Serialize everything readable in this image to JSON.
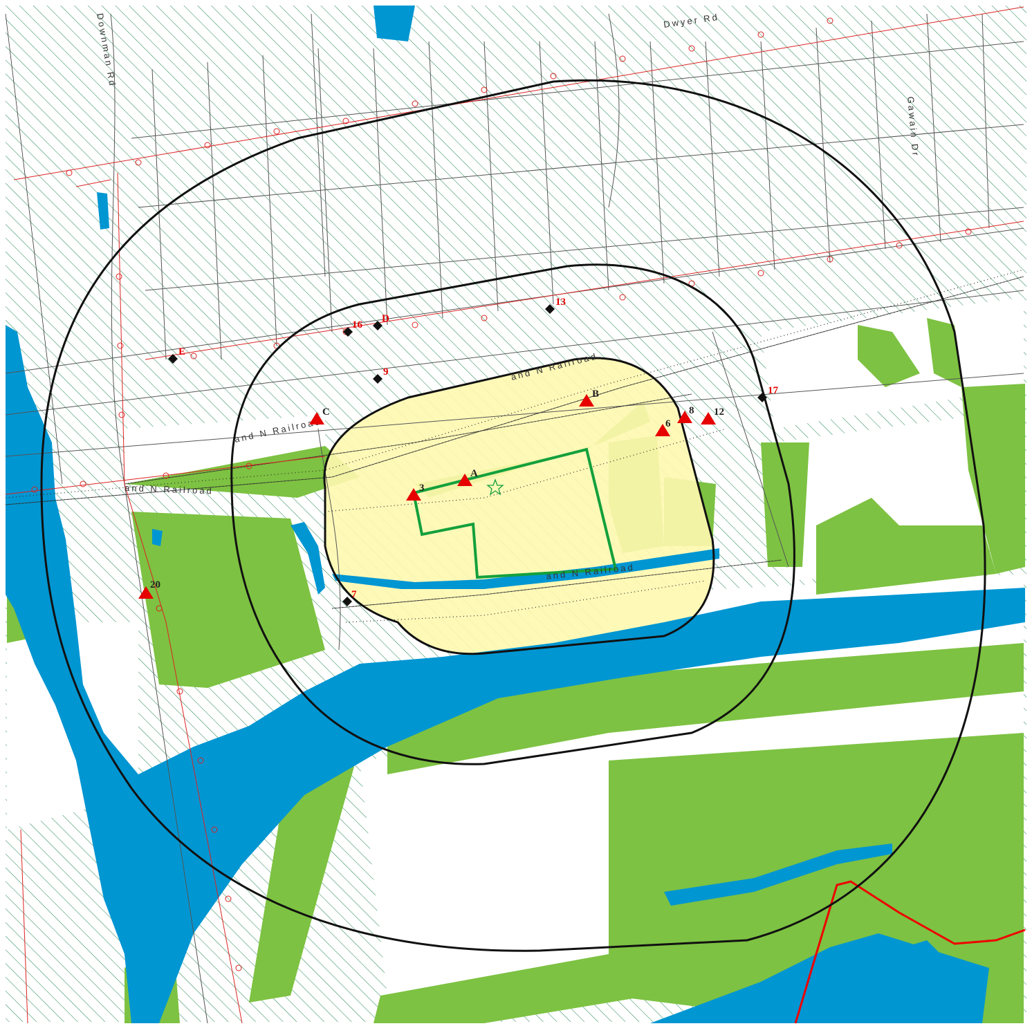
{
  "map": {
    "colors": {
      "water": "#0096d2",
      "wetland_green": "#7dc242",
      "hatch": "#2e8b57",
      "site_fill": "#fff8b0",
      "site_boundary": "#14a03c",
      "streets": "#555555",
      "ring": "#111111",
      "pipeline": "#dd2222",
      "marker_triangle": "#e60000",
      "marker_diamond": "#111111"
    },
    "street_labels": {
      "downman_rd": "Downman Rd",
      "dwyer_rd": "Dwyer Rd",
      "gawain_dr": "Gawain Dr",
      "railroad_1": "and N Railroad",
      "railroad_2": "and N Railroad",
      "railroad_3": "and N Railroad",
      "railroad_4": "and N Railroad"
    },
    "site_marker_icon": "star-outline-icon",
    "monitoring_points": [
      {
        "id": "3",
        "kind": "triangle",
        "label_color": "#222222"
      },
      {
        "id": "A",
        "kind": "triangle",
        "label_color": "#222222"
      },
      {
        "id": "B",
        "kind": "triangle",
        "label_color": "#222222"
      },
      {
        "id": "C",
        "kind": "triangle",
        "label_color": "#222222"
      },
      {
        "id": "6",
        "kind": "triangle",
        "label_color": "#222222"
      },
      {
        "id": "8",
        "kind": "triangle",
        "label_color": "#222222"
      },
      {
        "id": "12",
        "kind": "triangle",
        "label_color": "#222222"
      },
      {
        "id": "20",
        "kind": "triangle",
        "label_color": "#222222"
      },
      {
        "id": "16",
        "kind": "diamond",
        "label_color": "#e60000"
      },
      {
        "id": "D",
        "kind": "diamond",
        "label_color": "#e60000"
      },
      {
        "id": "13",
        "kind": "diamond",
        "label_color": "#e60000"
      },
      {
        "id": "E",
        "kind": "diamond",
        "label_color": "#e60000"
      },
      {
        "id": "9",
        "kind": "diamond",
        "label_color": "#e60000"
      },
      {
        "id": "17",
        "kind": "diamond",
        "label_color": "#e60000"
      },
      {
        "id": "7",
        "kind": "diamond",
        "label_color": "#e60000"
      }
    ]
  }
}
